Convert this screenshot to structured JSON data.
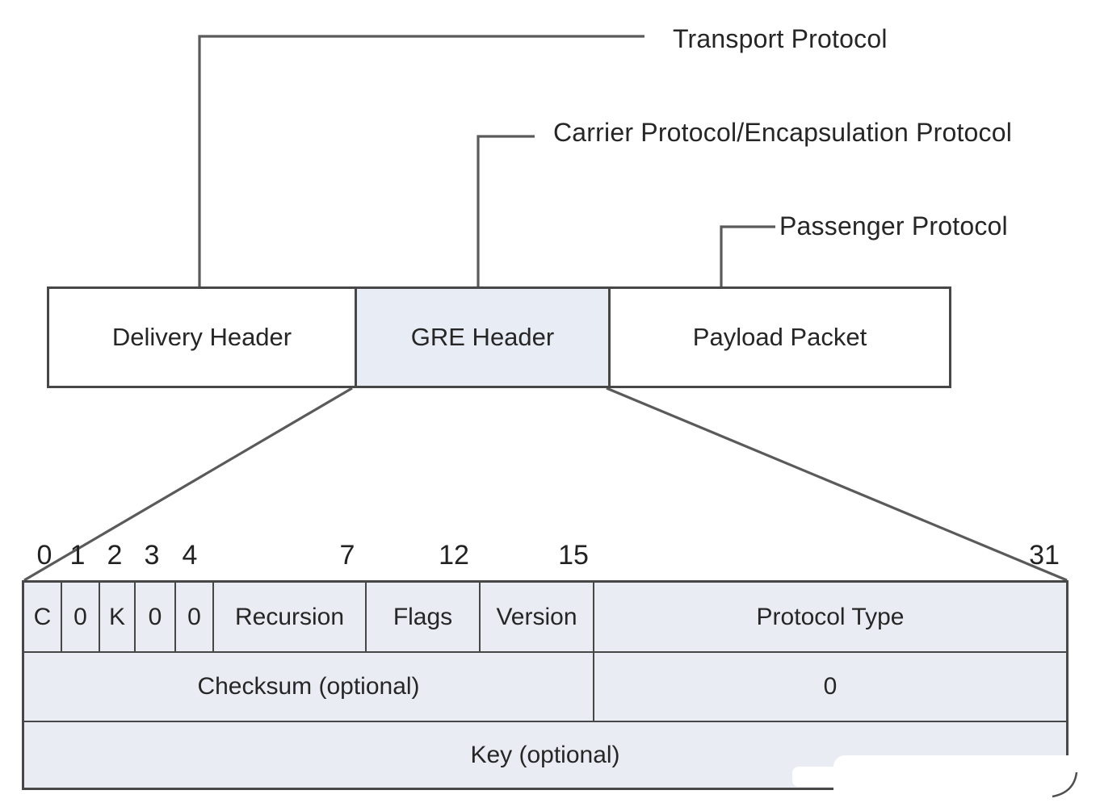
{
  "diagram": {
    "subject": "GRE encapsulation packet structure"
  },
  "colors": {
    "cell_fill": "#e9ecf3",
    "gre_fill": "#e8ecf4",
    "border": "#474747",
    "line": "#5a5a5a",
    "text": "#262626"
  },
  "callouts": {
    "transport": "Transport Protocol",
    "carrier": "Carrier Protocol/Encapsulation Protocol",
    "passenger": "Passenger Protocol"
  },
  "packet_boxes": [
    {
      "label": "Delivery Header"
    },
    {
      "label": "GRE Header"
    },
    {
      "label": "Payload Packet"
    }
  ],
  "bit_ruler": [
    "0",
    "1",
    "2",
    "3",
    "4",
    "7",
    "12",
    "15",
    "31"
  ],
  "gre_header_fields": {
    "row1": [
      "C",
      "0",
      "K",
      "0",
      "0",
      "Recursion",
      "Flags",
      "Version",
      "Protocol Type"
    ],
    "row2": [
      "Checksum (optional)",
      "0"
    ],
    "row3": [
      "Key (optional)"
    ]
  }
}
